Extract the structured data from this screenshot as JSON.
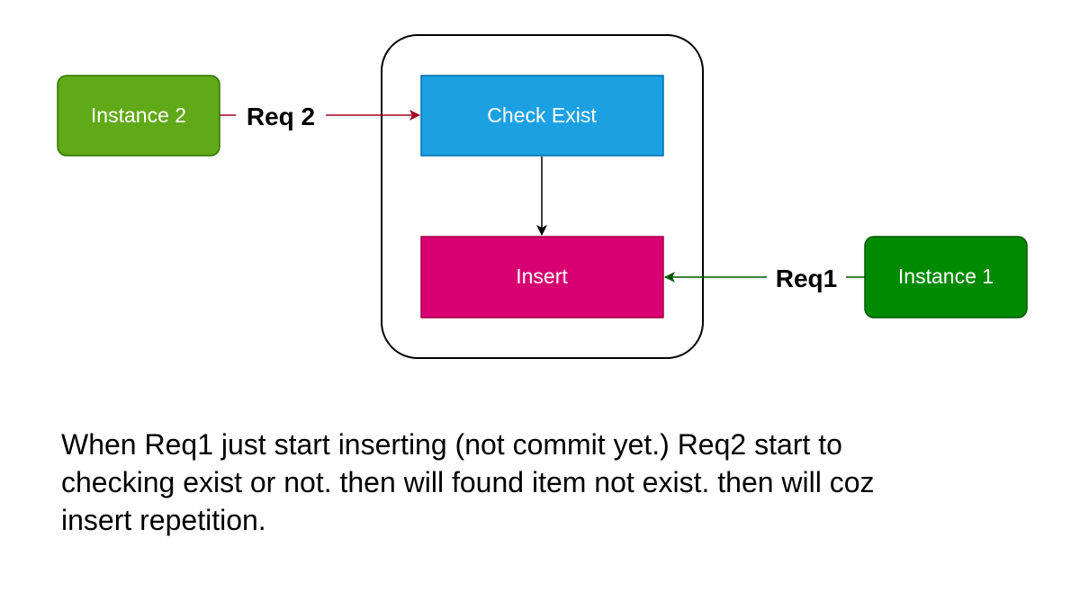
{
  "diagram": {
    "nodes": {
      "instance2": {
        "label": "Instance 2",
        "color": "#60a917",
        "border": "#2d7600"
      },
      "instance1": {
        "label": "Instance 1",
        "color": "#008a00",
        "border": "#005700"
      },
      "check_exist": {
        "label": "Check Exist",
        "color": "#1ba1e2",
        "border": "#006eaf"
      },
      "insert": {
        "label": "Insert",
        "color": "#d80073",
        "border": "#a50040"
      }
    },
    "edges": {
      "req2": {
        "label": "Req 2",
        "from": "instance2",
        "to": "check_exist",
        "color": "#a20025"
      },
      "flow": {
        "label": "",
        "from": "check_exist",
        "to": "insert",
        "color": "#000000"
      },
      "req1": {
        "label": "Req1",
        "from": "instance1",
        "to": "insert",
        "color": "#005700"
      }
    }
  },
  "caption": {
    "lines": [
      "When Req1 just start inserting (not commit yet.) Req2 start to",
      "checking exist or not. then will found item not exist. then will coz",
      "insert repetition."
    ]
  }
}
